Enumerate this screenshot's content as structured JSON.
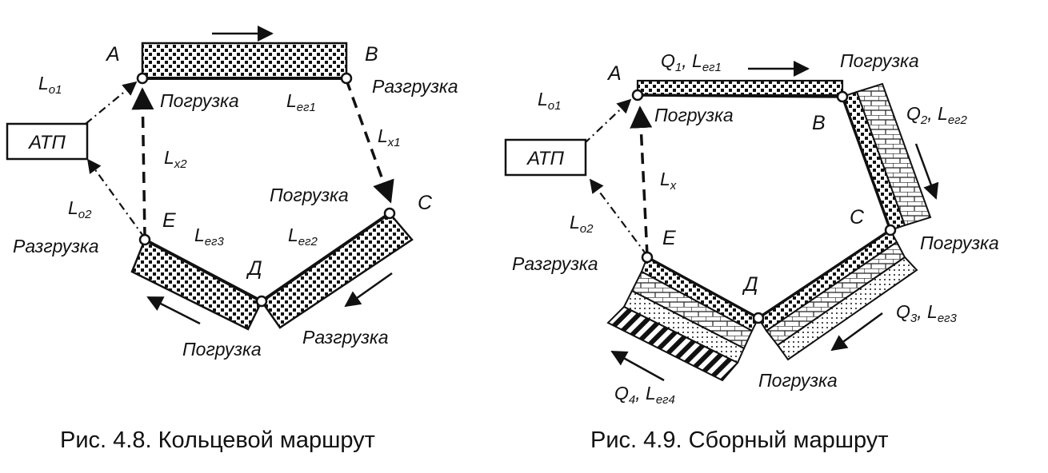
{
  "fig1": {
    "caption": "Рис. 4.8. Кольцевой маршрут",
    "points": {
      "a": "A",
      "b": "B",
      "c": "C",
      "d": "Д",
      "e": "E"
    },
    "atp": "АТП",
    "labels": {
      "lo1": {
        "main": "L",
        "sub": "o1"
      },
      "lo2": {
        "main": "L",
        "sub": "o2"
      },
      "lx1": {
        "main": "L",
        "sub": "x1"
      },
      "lx2": {
        "main": "L",
        "sub": "x2"
      },
      "leg1": {
        "main": "L",
        "sub": "ег1"
      },
      "leg2": {
        "main": "L",
        "sub": "ег2"
      },
      "leg3": {
        "main": "L",
        "sub": "ег3"
      }
    },
    "ops": {
      "load_a": "Погрузка",
      "unload_b": "Разгрузка",
      "load_c": "Погрузка",
      "unload_e": "Разгрузка",
      "load_d": "Погрузка",
      "unload_d": "Разгрузка"
    }
  },
  "fig2": {
    "caption": "Рис. 4.9. Сборный маршрут",
    "points": {
      "a": "A",
      "b": "B",
      "c": "C",
      "d": "Д",
      "e": "E"
    },
    "atp": "АТП",
    "labels": {
      "lo1": {
        "main": "L",
        "sub": "o1"
      },
      "lo2": {
        "main": "L",
        "sub": "o2"
      },
      "lx": {
        "main": "L",
        "sub": "x"
      },
      "q1": {
        "q": "Q",
        "qsub": "1",
        "mid": ", ",
        "main": "L",
        "sub": "ег1"
      },
      "q2": {
        "q": "Q",
        "qsub": "2",
        "mid": ", ",
        "main": "L",
        "sub": "ег2"
      },
      "q3": {
        "q": "Q",
        "qsub": "3",
        "mid": ", ",
        "main": "L",
        "sub": "ег3"
      },
      "q4": {
        "q": "Q",
        "qsub": "4",
        "mid": ", ",
        "main": "L",
        "sub": "ег4"
      }
    },
    "ops": {
      "load_a": "Погрузка",
      "load_b": "Погрузка",
      "load_c": "Погрузка",
      "load_d": "Погрузка",
      "unload_e": "Разгрузка"
    }
  }
}
